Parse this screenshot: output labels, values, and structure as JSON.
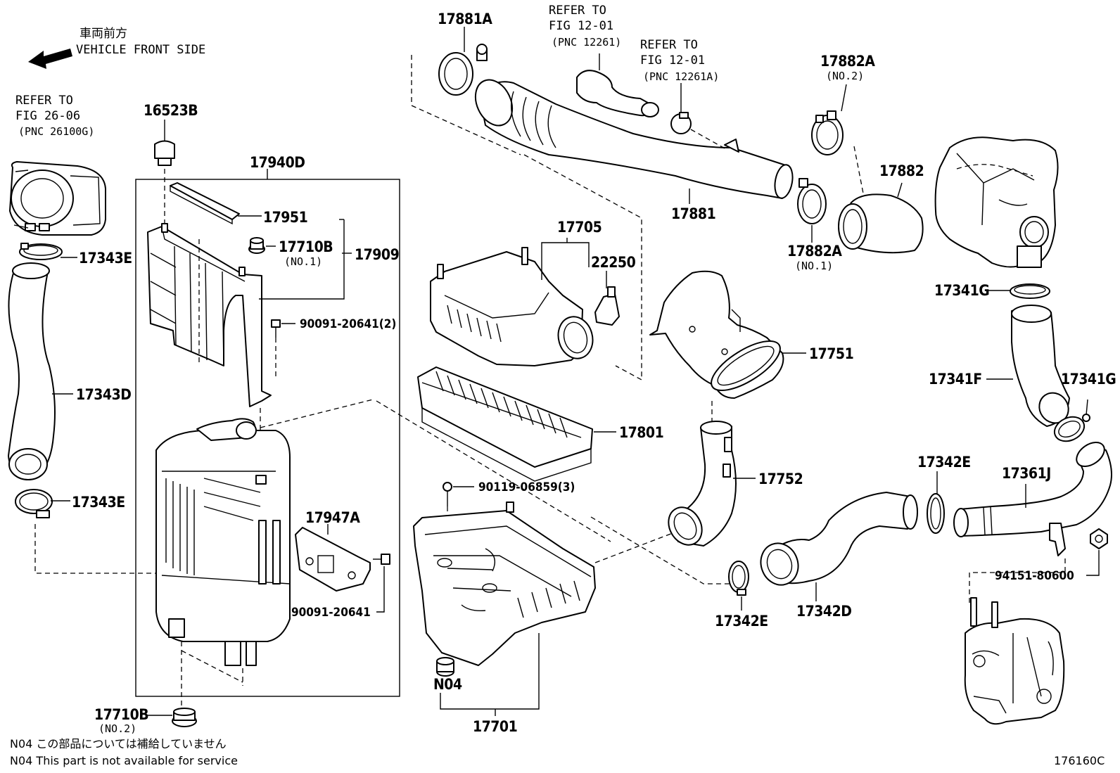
{
  "direction": {
    "jp": "車両前方",
    "en": "VEHICLE FRONT SIDE"
  },
  "refs": [
    {
      "id": "ref-26-06",
      "line1": "REFER TO",
      "line2": "FIG 26-06",
      "line3": "(PNC 26100G)"
    },
    {
      "id": "ref-12-01-a",
      "line1": "REFER TO",
      "line2": "FIG 12-01",
      "line3": "(PNC 12261)"
    },
    {
      "id": "ref-12-01-b",
      "line1": "REFER TO",
      "line2": "FIG 12-01",
      "line3": "(PNC 12261A)"
    }
  ],
  "labels": {
    "p16523B": "16523B",
    "p17940D": "17940D",
    "p17951": "17951",
    "p17710B": "17710B",
    "p17710B_sub": "(NO.1)",
    "p17909": "17909",
    "p90091_20641_2": "90091-20641(2)",
    "p17343E_top": "17343E",
    "p17343D": "17343D",
    "p17343E_bot": "17343E",
    "p17947A": "17947A",
    "p90091_20641": "90091-20641",
    "p17710B_bot": "17710B",
    "p17710B_bot_sub": "(NO.2)",
    "p17881A": "17881A",
    "p17881": "17881",
    "p17882A_top": "17882A",
    "p17882A_top_sub": "(NO.2)",
    "p17882": "17882",
    "p17882A_bot": "17882A",
    "p17882A_bot_sub": "(NO.1)",
    "p17705": "17705",
    "p22250": "22250",
    "p17751": "17751",
    "p17801": "17801",
    "p90119_06859_3": "90119-06859(3)",
    "p17752": "17752",
    "p17701": "17701",
    "pN04": "N04",
    "p17341G_top": "17341G",
    "p17341F": "17341F",
    "p17341G_right": "17341G",
    "p17342E_top": "17342E",
    "p17361J": "17361J",
    "p94151_80600": "94151-80600",
    "p17342D": "17342D",
    "p17342E_bot": "17342E"
  },
  "notes": {
    "jp": "N04  この部品については補給していません",
    "en": "N04  This part is not available for service"
  },
  "figure_number": "176160C"
}
